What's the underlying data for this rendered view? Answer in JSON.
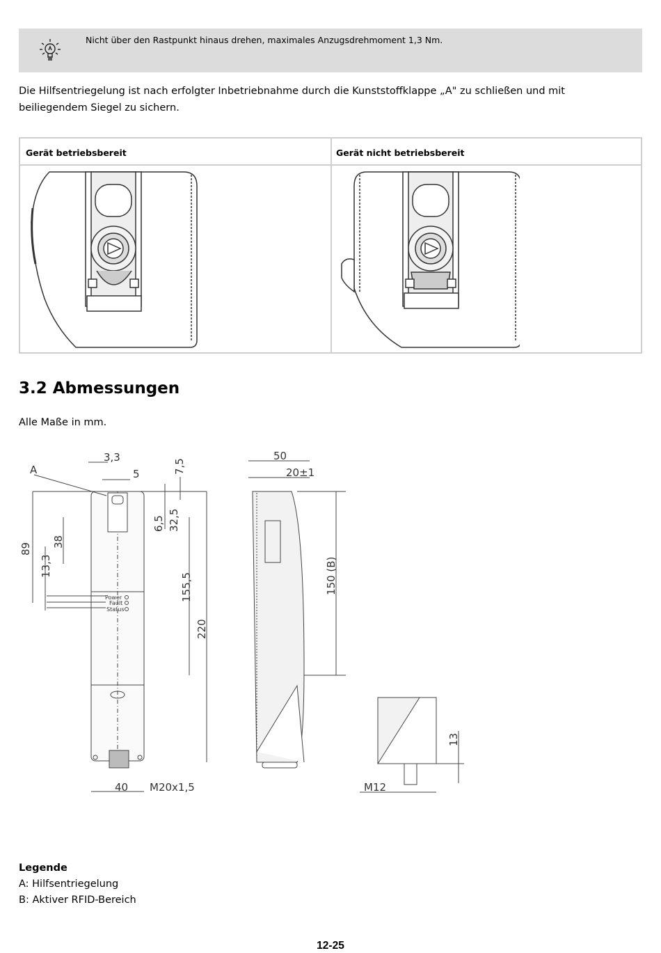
{
  "note": {
    "icon": "lightbulb-icon",
    "text": "Nicht über den Rastpunkt hinaus drehen, maximales Anzugsdrehmoment 1,3 Nm."
  },
  "intro_paragraph_line1": "Die Hilfsentriegelung ist nach erfolgter Inbetriebnahme durch die Kunststoffklappe „A\" zu schließen und mit",
  "intro_paragraph_line2": "beiliegendem Siegel zu sichern.",
  "status_table": {
    "headers": [
      "Gerät betriebsbereit",
      "Gerät nicht betriebsbereit"
    ]
  },
  "section": {
    "title": "3.2 Abmessungen",
    "units_note": "Alle Maße in mm."
  },
  "drawing": {
    "label_a": "A",
    "dims": {
      "d3_3": "3,3",
      "d5": "5",
      "d7_5": "7,5",
      "d6_5": "6,5",
      "d32_5": "32,5",
      "d89": "89",
      "d38": "38",
      "d13_3": "13,3",
      "d155_5": "155,5",
      "d220": "220",
      "d40": "40",
      "m20": "M20x1,5",
      "d50": "50",
      "d20": "20±1",
      "d150": "150  (B)",
      "d13": "13",
      "m12": "M12"
    },
    "led_labels": [
      "Power",
      "Fault",
      "Status"
    ]
  },
  "legend": {
    "title": "Legende",
    "items": [
      "A: Hilfsentriegelung",
      "B: Aktiver RFID-Bereich"
    ]
  },
  "page_number": "12-25"
}
